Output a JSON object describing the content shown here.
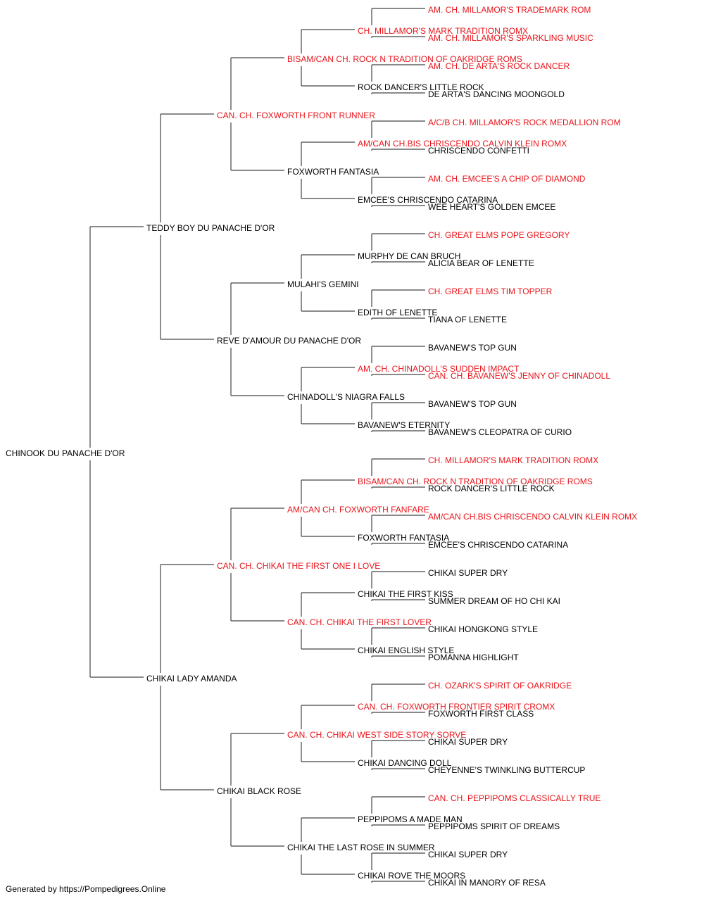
{
  "colors": {
    "champion": "#e8141a",
    "normal": "#000000",
    "line": "#444444"
  },
  "footer": "Generated by https://Pompedigrees.Online",
  "pedigree": {
    "name": "CHINOOK DU PANACHE D'OR",
    "champion": false,
    "sire": {
      "name": "TEDDY BOY DU PANACHE D'OR",
      "champion": false,
      "sire": {
        "name": "CAN. CH. FOXWORTH FRONT RUNNER",
        "champion": true,
        "sire": {
          "name": "BISAM/CAN CH. ROCK N TRADITION OF OAKRIDGE ROMS",
          "champion": true,
          "sire": {
            "name": "CH. MILLAMOR'S MARK TRADITION ROMX",
            "champion": true,
            "sire": {
              "name": "AM. CH. MILLAMOR'S TRADEMARK ROM",
              "champion": true
            },
            "dam": {
              "name": "AM. CH. MILLAMOR'S SPARKLING MUSIC",
              "champion": true
            }
          },
          "dam": {
            "name": "ROCK DANCER'S LITTLE ROCK",
            "champion": false,
            "sire": {
              "name": "AM. CH. DE ARTA'S ROCK DANCER",
              "champion": true
            },
            "dam": {
              "name": "DE ARTA'S DANCING MOONGOLD",
              "champion": false
            }
          }
        },
        "dam": {
          "name": "FOXWORTH FANTASIA",
          "champion": false,
          "sire": {
            "name": "AM/CAN CH.BIS CHRISCENDO CALVIN KLEIN ROMX",
            "champion": true,
            "sire": {
              "name": "A/C/B CH. MILLAMOR'S ROCK MEDALLION ROM",
              "champion": true
            },
            "dam": {
              "name": "CHRISCENDO CONFETTI",
              "champion": false
            }
          },
          "dam": {
            "name": "EMCEE'S CHRISCENDO CATARINA",
            "champion": false,
            "sire": {
              "name": "AM. CH. EMCEE'S A CHIP OF DIAMOND",
              "champion": true
            },
            "dam": {
              "name": "WEE HEART'S GOLDEN EMCEE",
              "champion": false
            }
          }
        }
      },
      "dam": {
        "name": "REVE D'AMOUR DU PANACHE D'OR",
        "champion": false,
        "sire": {
          "name": "MULAHI'S GEMINI",
          "champion": false,
          "sire": {
            "name": "MURPHY DE CAN BRUCH",
            "champion": false,
            "sire": {
              "name": "CH. GREAT ELMS POPE GREGORY",
              "champion": true
            },
            "dam": {
              "name": "ALICIA BEAR OF LENETTE",
              "champion": false
            }
          },
          "dam": {
            "name": "EDITH OF LENETTE",
            "champion": false,
            "sire": {
              "name": "CH. GREAT ELMS TIM TOPPER",
              "champion": true
            },
            "dam": {
              "name": "TIANA OF LENETTE",
              "champion": false
            }
          }
        },
        "dam": {
          "name": "CHINADOLL'S NIAGRA FALLS",
          "champion": false,
          "sire": {
            "name": "AM. CH. CHINADOLL'S SUDDEN IMPACT",
            "champion": true,
            "sire": {
              "name": "BAVANEW'S TOP GUN",
              "champion": false
            },
            "dam": {
              "name": "CAN. CH. BAVANEW'S JENNY OF CHINADOLL",
              "champion": true
            }
          },
          "dam": {
            "name": "BAVANEW'S ETERNITY",
            "champion": false,
            "sire": {
              "name": "BAVANEW'S TOP GUN",
              "champion": false
            },
            "dam": {
              "name": "BAVANEW'S CLEOPATRA OF CURIO",
              "champion": false
            }
          }
        }
      }
    },
    "dam": {
      "name": "CHIKAI LADY AMANDA",
      "champion": false,
      "sire": {
        "name": "CAN. CH. CHIKAI THE FIRST ONE I LOVE",
        "champion": true,
        "sire": {
          "name": "AM/CAN CH. FOXWORTH FANFARE",
          "champion": true,
          "sire": {
            "name": "BISAM/CAN CH. ROCK N TRADITION OF OAKRIDGE ROMS",
            "champion": true,
            "sire": {
              "name": "CH. MILLAMOR'S MARK TRADITION ROMX",
              "champion": true
            },
            "dam": {
              "name": "ROCK DANCER'S LITTLE ROCK",
              "champion": false
            }
          },
          "dam": {
            "name": "FOXWORTH FANTASIA",
            "champion": false,
            "sire": {
              "name": "AM/CAN CH.BIS CHRISCENDO CALVIN KLEIN ROMX",
              "champion": true
            },
            "dam": {
              "name": "EMCEE'S CHRISCENDO CATARINA",
              "champion": false
            }
          }
        },
        "dam": {
          "name": "CAN. CH. CHIKAI THE FIRST LOVER",
          "champion": true,
          "sire": {
            "name": "CHIKAI THE FIRST KISS",
            "champion": false,
            "sire": {
              "name": "CHIKAI SUPER DRY",
              "champion": false
            },
            "dam": {
              "name": "SUMMER DREAM OF HO CHI KAI",
              "champion": false
            }
          },
          "dam": {
            "name": "CHIKAI ENGLISH STYLE",
            "champion": false,
            "sire": {
              "name": "CHIKAI HONGKONG STYLE",
              "champion": false
            },
            "dam": {
              "name": "POMANNA HIGHLIGHT",
              "champion": false
            }
          }
        }
      },
      "dam": {
        "name": "CHIKAI BLACK ROSE",
        "champion": false,
        "sire": {
          "name": "CAN. CH. CHIKAI WEST SIDE STORY SORVE",
          "champion": true,
          "sire": {
            "name": "CAN. CH. FOXWORTH FRONTIER SPIRIT CROMX",
            "champion": true,
            "sire": {
              "name": "CH. OZARK'S SPIRIT OF OAKRIDGE",
              "champion": true
            },
            "dam": {
              "name": "FOXWORTH FIRST CLASS",
              "champion": false
            }
          },
          "dam": {
            "name": "CHIKAI DANCING DOLL",
            "champion": false,
            "sire": {
              "name": "CHIKAI SUPER DRY",
              "champion": false
            },
            "dam": {
              "name": "CHEYENNE'S TWINKLING BUTTERCUP",
              "champion": false
            }
          }
        },
        "dam": {
          "name": "CHIKAI THE LAST ROSE IN SUMMER",
          "champion": false,
          "sire": {
            "name": "PEPPIPOMS A MADE MAN",
            "champion": false,
            "sire": {
              "name": "CAN. CH. PEPPIPOMS CLASSICALLY TRUE",
              "champion": true
            },
            "dam": {
              "name": "PEPPIPOMS SPIRIT OF DREAMS",
              "champion": false
            }
          },
          "dam": {
            "name": "CHIKAI ROVE THE MOORS",
            "champion": false,
            "sire": {
              "name": "CHIKAI SUPER DRY",
              "champion": false
            },
            "dam": {
              "name": "CHIKAI IN MANORY OF RESA",
              "champion": false
            }
          }
        }
      }
    }
  }
}
